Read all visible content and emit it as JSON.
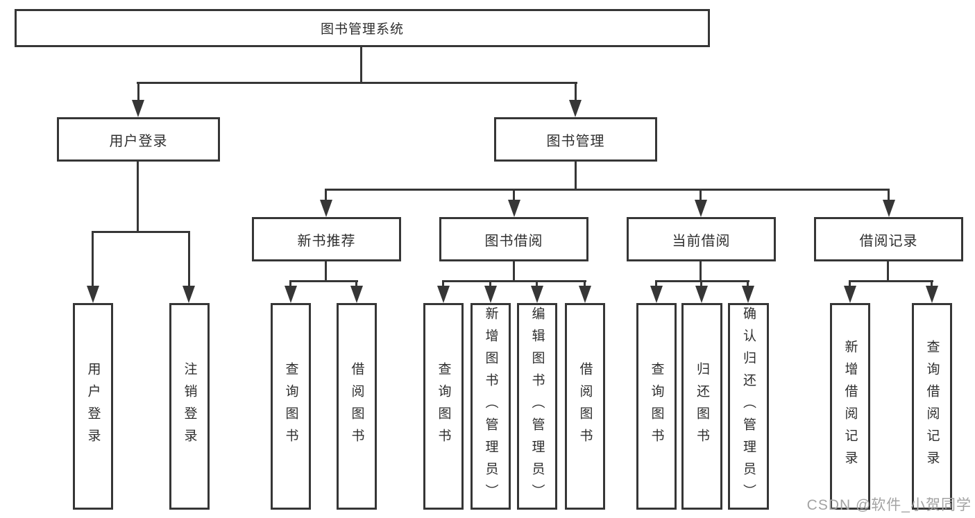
{
  "tree": {
    "label": "图书管理系统",
    "children": [
      {
        "label": "用户登录",
        "children": [
          {
            "label": "用户登录"
          },
          {
            "label": "注销登录"
          }
        ]
      },
      {
        "label": "图书管理",
        "children": [
          {
            "label": "新书推荐",
            "children": [
              {
                "label": "查询图书"
              },
              {
                "label": "借阅图书"
              }
            ]
          },
          {
            "label": "图书借阅",
            "children": [
              {
                "label": "查询图书"
              },
              {
                "label": "新增图书（管理员）"
              },
              {
                "label": "编辑图书（管理员）"
              },
              {
                "label": "借阅图书"
              }
            ]
          },
          {
            "label": "当前借阅",
            "children": [
              {
                "label": "查询图书"
              },
              {
                "label": "归还图书"
              },
              {
                "label": "确认归还（管理员）"
              }
            ]
          },
          {
            "label": "借阅记录",
            "children": [
              {
                "label": "新增借阅记录"
              },
              {
                "label": "查询借阅记录"
              }
            ]
          }
        ]
      }
    ]
  },
  "watermark": "CSDN @软件_小贺同学",
  "colors": {
    "line": "#363636",
    "text": "#2e2e2e",
    "watermark": "#a3a3a3",
    "background": "#ffffff"
  }
}
